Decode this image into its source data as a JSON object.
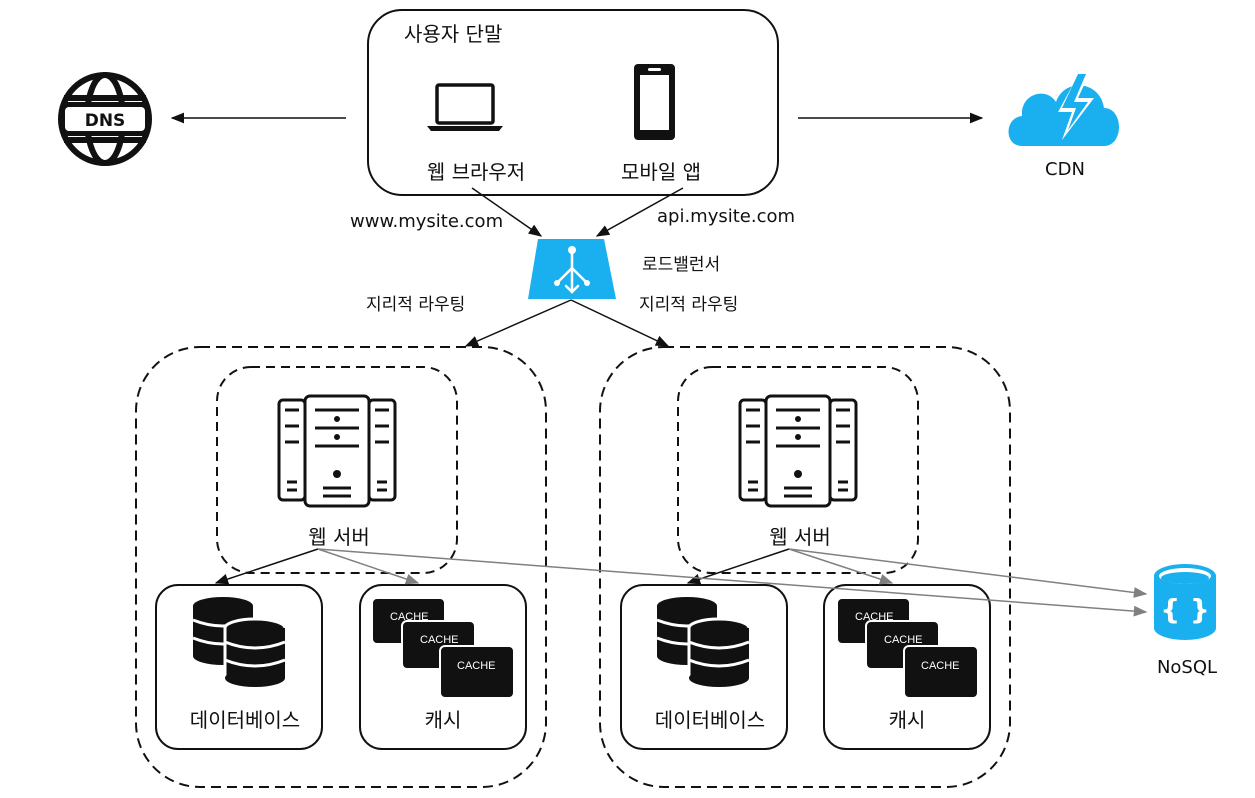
{
  "client_box": {
    "title": "사용자 단말",
    "web_browser": "웹 브라우저",
    "mobile_app": "모바일 앱",
    "web_domain": "www.mysite.com",
    "api_domain": "api.mysite.com"
  },
  "dns": {
    "label": "DNS"
  },
  "cdn": {
    "label": "CDN"
  },
  "load_balancer": {
    "label": "로드밸런서"
  },
  "routing": {
    "left": "지리적 라우팅",
    "right": "지리적 라우팅"
  },
  "regions": [
    {
      "web_server": "웹 서버",
      "database": "데이터베이스",
      "cache": "캐시",
      "cache_tags": [
        "CACHE",
        "CACHE",
        "CACHE"
      ]
    },
    {
      "web_server": "웹 서버",
      "database": "데이터베이스",
      "cache": "캐시",
      "cache_tags": [
        "CACHE",
        "CACHE",
        "CACHE"
      ]
    }
  ],
  "nosql": {
    "label": "NoSQL"
  },
  "colors": {
    "accent_blue": "#1ab0ef",
    "line": "#111111",
    "nosql_line": "#808080"
  }
}
